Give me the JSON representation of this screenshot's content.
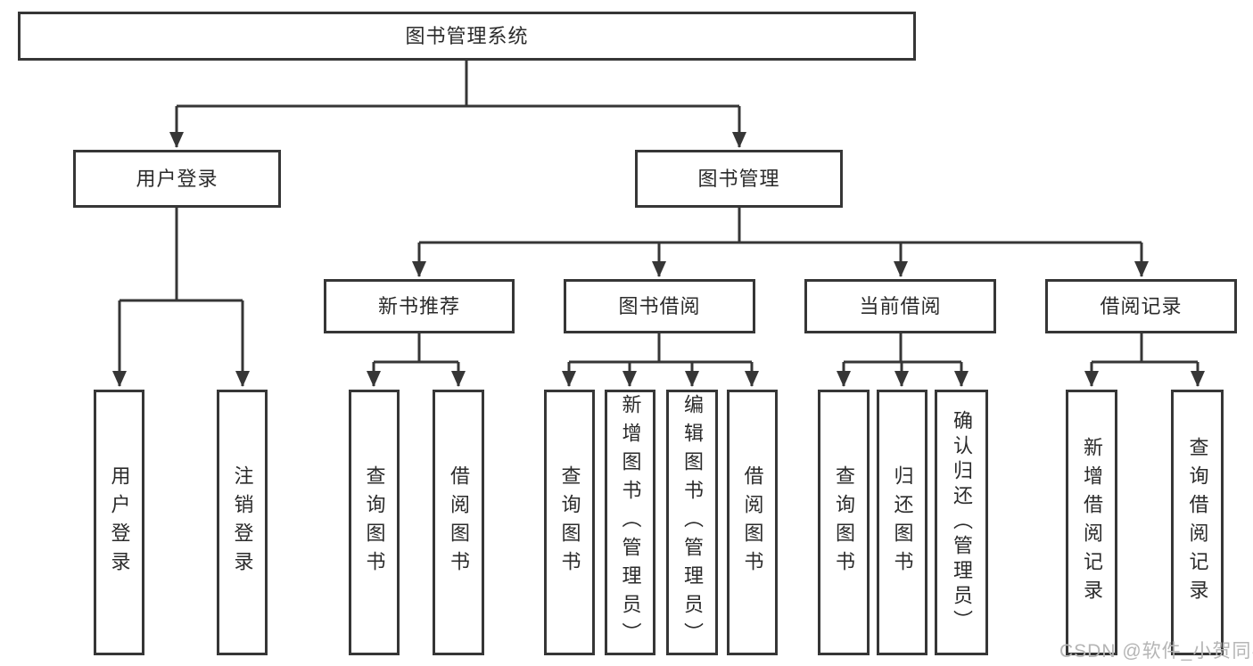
{
  "diagram": {
    "title": "图书管理系统",
    "type": "hierarchy-tree",
    "colors": {
      "line": "#363636",
      "text": "#2b2b2b",
      "node_fill": "#ffffff",
      "watermark": "#b5b5b5",
      "background": "#ffffff"
    },
    "watermark": "CSDN @软件_小贺同学",
    "tree": {
      "label": "图书管理系统",
      "children": [
        {
          "label": "用户登录",
          "children": [
            {
              "label": "用户登录"
            },
            {
              "label": "注销登录"
            }
          ]
        },
        {
          "label": "图书管理",
          "children": [
            {
              "label": "新书推荐",
              "children": [
                {
                  "label": "查询图书"
                },
                {
                  "label": "借阅图书"
                }
              ]
            },
            {
              "label": "图书借阅",
              "children": [
                {
                  "label": "查询图书"
                },
                {
                  "label": "新增图书（管理员）"
                },
                {
                  "label": "编辑图书（管理员）"
                },
                {
                  "label": "借阅图书"
                }
              ]
            },
            {
              "label": "当前借阅",
              "children": [
                {
                  "label": "查询图书"
                },
                {
                  "label": "归还图书"
                },
                {
                  "label": "确认归还（管理员）"
                }
              ]
            },
            {
              "label": "借阅记录",
              "children": [
                {
                  "label": "新增借阅记录"
                },
                {
                  "label": "查询借阅记录"
                }
              ]
            }
          ]
        }
      ]
    }
  }
}
